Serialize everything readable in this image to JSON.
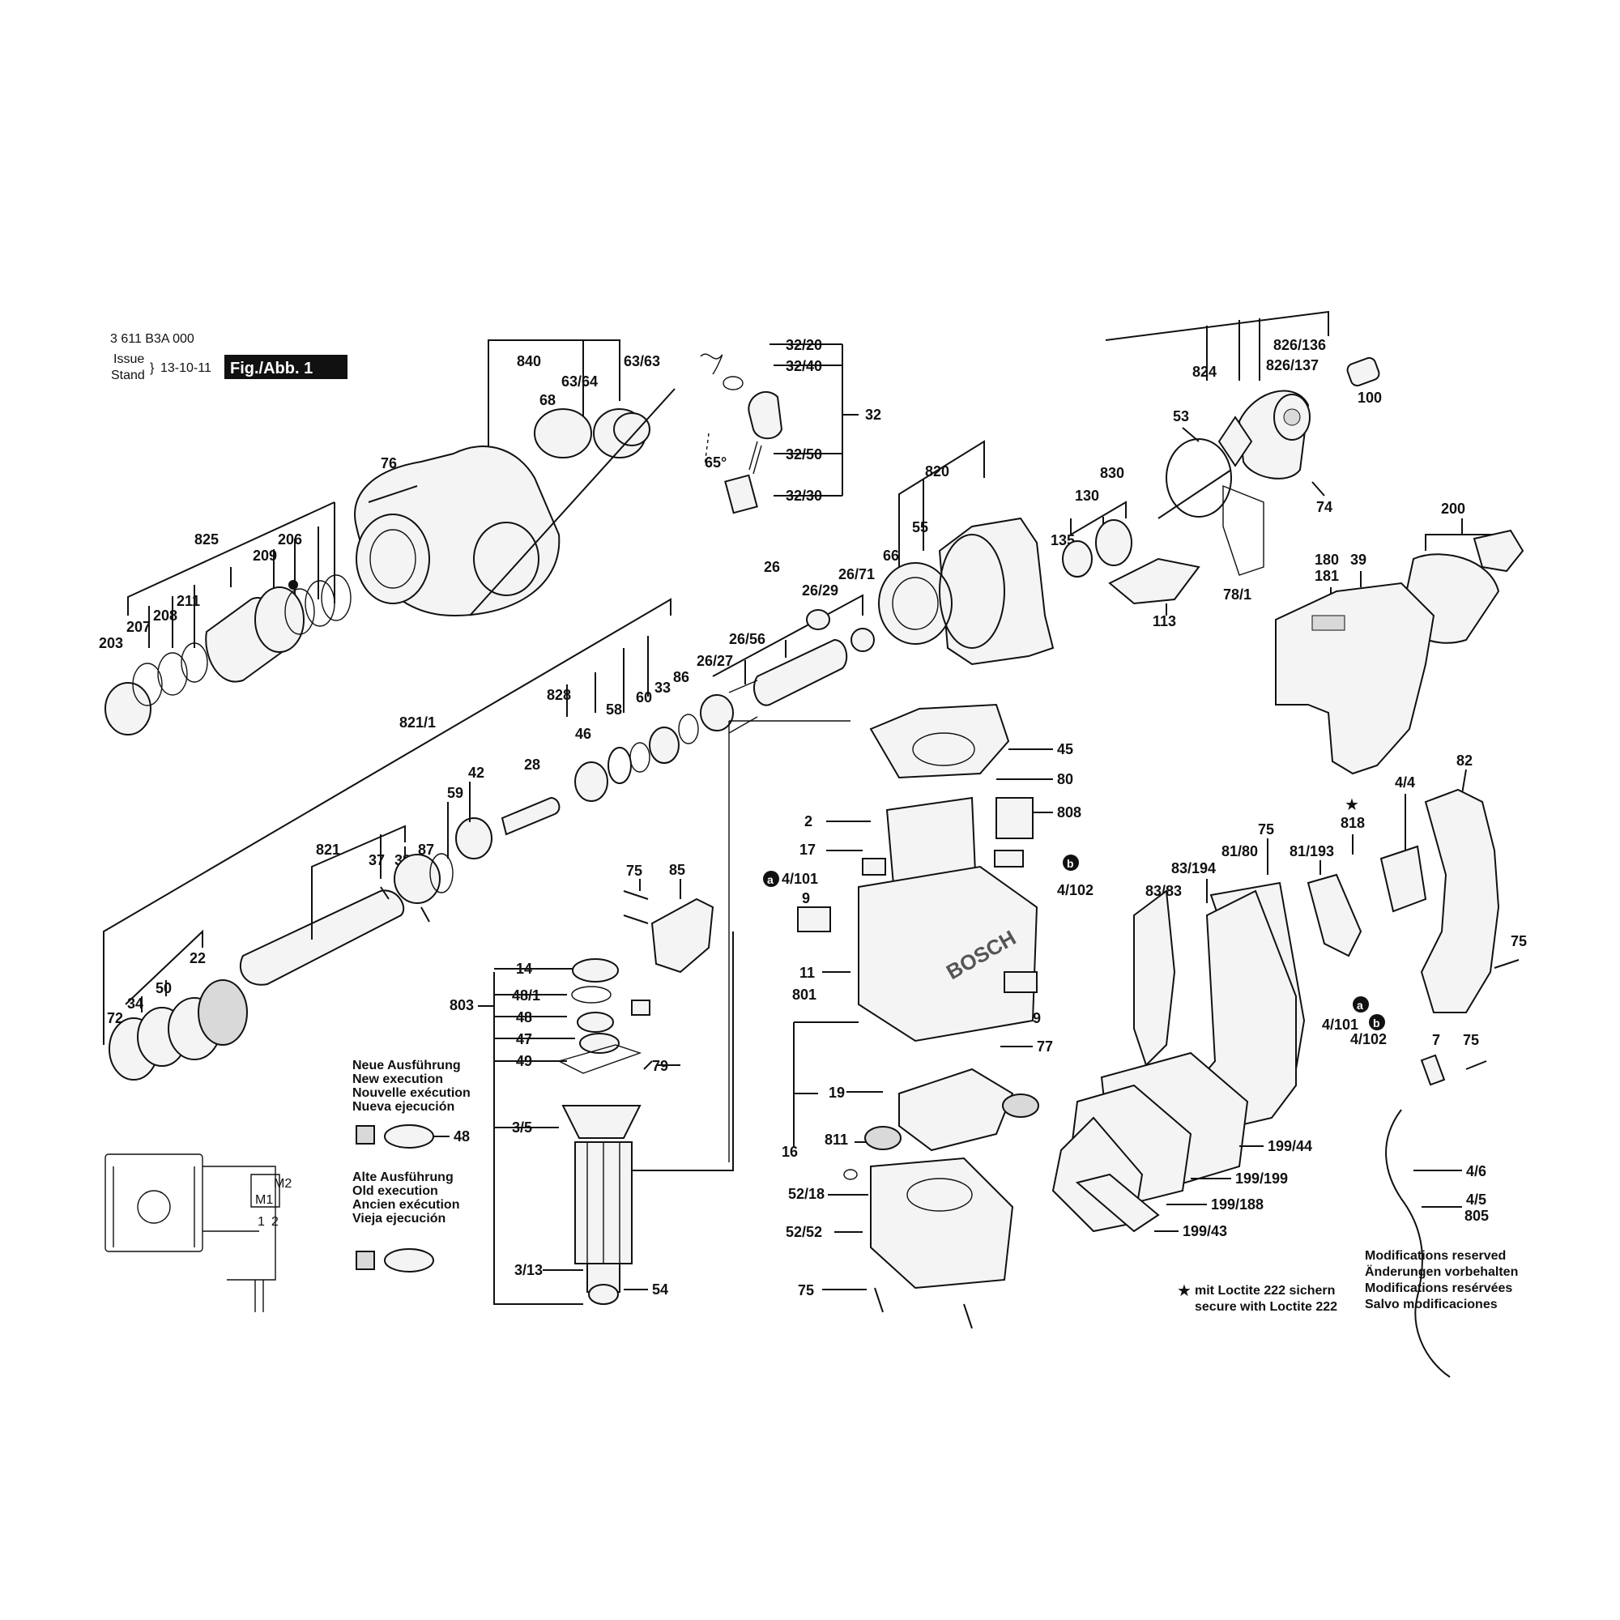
{
  "header": {
    "doc_number": "3 611 B3A 000",
    "issue_label": "Issue",
    "stand_label": "Stand",
    "issue_date": "13-10-11",
    "figure_tag": "Fig./Abb. 1"
  },
  "callouts": {
    "c840": "840",
    "c63_64": "63/64",
    "c63_63": "63/63",
    "c68": "68",
    "c76": "76",
    "c825": "825",
    "c209": "209",
    "c206": "206",
    "c203": "203",
    "c207": "207",
    "c208": "208",
    "c211": "211",
    "c32_20": "32/20",
    "c32_40": "32/40",
    "c32": "32",
    "c32_50": "32/50",
    "c32_30": "32/30",
    "c65deg": "65°",
    "c820": "820",
    "c55": "55",
    "c66": "66",
    "c824": "824",
    "c826_136": "826/136",
    "c826_137": "826/137",
    "c100": "100",
    "c53": "53",
    "c830": "830",
    "c130": "130",
    "c135": "135",
    "c113": "113",
    "c74": "74",
    "c78_1": "78/1",
    "c200": "200",
    "c180": "180",
    "c181": "181",
    "c39": "39",
    "c26": "26",
    "c26_29": "26/29",
    "c26_71": "26/71",
    "c26_56": "26/56",
    "c26_27": "26/27",
    "c828": "828",
    "c821_1": "821/1",
    "c58": "58",
    "c60": "60",
    "c33": "33",
    "c86": "86",
    "c46": "46",
    "c28": "28",
    "c42": "42",
    "c59": "59",
    "c821": "821",
    "c37": "37",
    "c38": "38",
    "c87": "87",
    "c72": "72",
    "c34": "34",
    "c50": "50",
    "c22": "22",
    "c45": "45",
    "c80": "80",
    "c808": "808",
    "c2": "2",
    "c17": "17",
    "c4_101a": "4/101",
    "c4_102b": "4/102",
    "c9a": "9",
    "c11": "11",
    "c9b": "9",
    "c77": "77",
    "c801": "801",
    "c19": "19",
    "c811": "811",
    "c16": "16",
    "c52_18": "52/18",
    "c52_52": "52/52",
    "c75a": "75",
    "c75b": "75",
    "c85": "85",
    "c14": "14",
    "c48_1": "48/1",
    "c803": "803",
    "c48": "48",
    "c47": "47",
    "c49": "49",
    "c79": "79",
    "c3_5": "3/5",
    "c3_13": "3/13",
    "c54": "54",
    "c48b": "48",
    "c82": "82",
    "c4_4": "4/4",
    "c818": "818",
    "c75c": "75",
    "c81_80": "81/80",
    "c81_193": "81/193",
    "c83_194": "83/194",
    "c83_83": "83/83",
    "c75d": "75",
    "c4_101b": "4/101",
    "c4_102c": "4/102",
    "c7": "7",
    "c75e": "75",
    "c199_44": "199/44",
    "c199_199": "199/199",
    "c199_188": "199/188",
    "c199_43": "199/43",
    "c4_6": "4/6",
    "c4_5": "4/5",
    "c805": "805",
    "marker_a": "a",
    "marker_b": "b"
  },
  "new_execution": [
    "Neue Ausführung",
    "New execution",
    "Nouvelle exécution",
    "Nueva ejecución"
  ],
  "old_execution": [
    "Alte Ausführung",
    "Old execution",
    "Ancien exécution",
    "Vieja ejecución"
  ],
  "loctite_note": [
    "mit Loctite 222 sichern",
    "secure with Loctite 222"
  ],
  "modifications": [
    "Modifications reserved",
    "Änderungen vorbehalten",
    "Modifications resérvées",
    "Salvo modificaciones"
  ],
  "brand_text": "BOSCH",
  "wiring": {
    "m2": "M2",
    "m1": "M1",
    "t1": "1",
    "t2": "2"
  }
}
